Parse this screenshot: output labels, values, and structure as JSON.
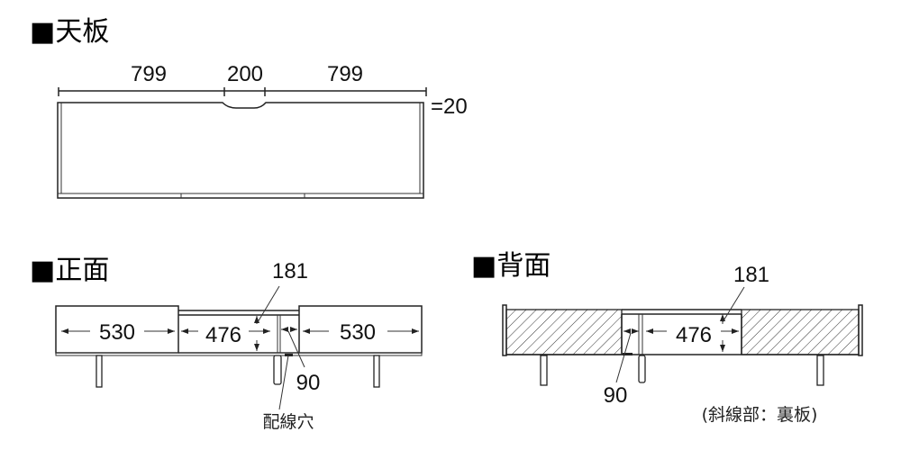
{
  "top_view": {
    "title": "■天板",
    "dims": {
      "left": "799",
      "center": "200",
      "right": "799",
      "thickness": "=20"
    }
  },
  "front_view": {
    "title": "■正面",
    "dims": {
      "left_width": "530",
      "center_width": "476",
      "right_width": "530",
      "height": "181",
      "hole": "90"
    },
    "hole_label": "配線穴"
  },
  "back_view": {
    "title": "■背面",
    "dims": {
      "center_width": "476",
      "height": "181",
      "hole": "90"
    },
    "note": "(斜線部：裏板)"
  }
}
